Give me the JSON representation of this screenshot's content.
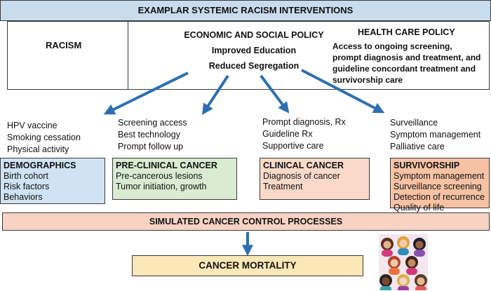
{
  "banner": "EXAMPLAR SYSTEMIC RACISM INTERVENTIONS",
  "racism_label": "RACISM",
  "economic_social": {
    "title": "ECONOMIC AND SOCIAL POLICY",
    "items": [
      "Improved Education",
      "Reduced Segregation"
    ]
  },
  "health_care": {
    "title": "HEALTH CARE POLICY",
    "lines": [
      "Access to ongoing screening,",
      "prompt diagnosis and treatment, and",
      "guideline concordant treatment and",
      "survivorship care"
    ]
  },
  "interventions": [
    [
      "HPV vaccine",
      "Smoking cessation",
      "Physical activity"
    ],
    [
      "Screening access",
      "Best technology",
      "Prompt follow up"
    ],
    [
      "Prompt diagnosis, Rx",
      "Guideline Rx",
      "Supportive care"
    ],
    [
      "Surveillance",
      "Symptom management",
      "Palliative care"
    ]
  ],
  "stages": [
    {
      "title": "DEMOGRAPHICS",
      "items": [
        "Birth cohort",
        "Risk factors",
        "Behaviors"
      ],
      "color": "#cfe3f4"
    },
    {
      "title": "PRE-CLINICAL CANCER",
      "items": [
        "Pre-cancerous lesions",
        "Tumor initiation, growth"
      ],
      "color": "#d9ecd2"
    },
    {
      "title": "CLINICAL CANCER",
      "items": [
        "Diagnosis of cancer",
        "Treatment"
      ],
      "color": "#fad9c9"
    },
    {
      "title": "SURVIVORSHIP",
      "items": [
        "Symptom management",
        "Surveillance screening",
        "Detection of recurrence",
        "Quality of life"
      ],
      "color": "#f6c2a3"
    }
  ],
  "simulated": "SIMULATED CANCER CONTROL PROCESSES",
  "mortality": "CANCER MORTALITY",
  "colors": {
    "arrow": "#2e6fb0",
    "banner": "#c8dcee",
    "simulated": "#f8d2c2",
    "mortality": "#fbe7b8"
  }
}
